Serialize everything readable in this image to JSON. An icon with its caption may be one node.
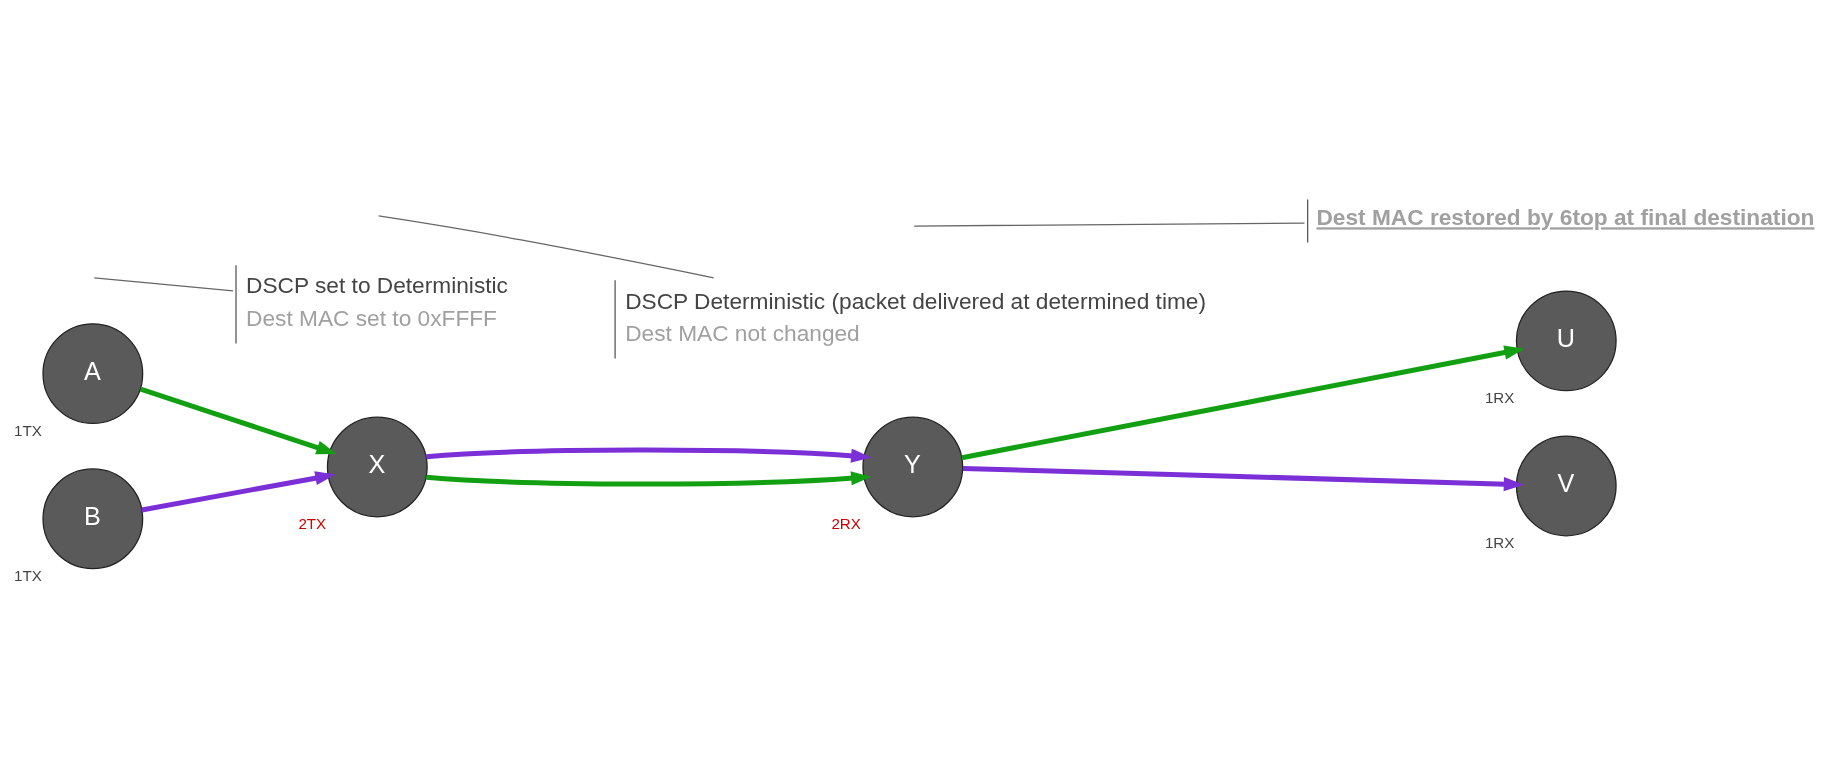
{
  "diagram": {
    "nodes": [
      {
        "text": [
          "A"
        ],
        "beside": [
          "1TX"
        ]
      },
      {
        "text": [
          "B"
        ],
        "beside": [
          "1TX"
        ]
      },
      {
        "text": [
          "X"
        ],
        "beside": [
          "2TX"
        ]
      },
      {
        "text": [
          "Y"
        ],
        "beside": [
          "2RX"
        ]
      },
      {
        "text": [
          "U"
        ],
        "beside": [
          "1RX"
        ]
      },
      {
        "text": [
          "V"
        ],
        "beside": [
          "1RX"
        ]
      },
      {
        "text": [
          "DSCP set to Deterministic",
          "Dest MAC set to 0xFFFF"
        ]
      },
      {
        "text": [
          "DSCP Deterministic (packet delivered at determined time)",
          "Dest MAC not changed"
        ]
      },
      {
        "text": [
          "Dest MAC restored by 6top at final destination"
        ]
      }
    ],
    "edges": [
      {
        "from": 0,
        "to": 2,
        "arrow": "to",
        "color": "#12a012"
      },
      {
        "from": 1,
        "to": 2,
        "arrow": "to",
        "color": "#7b2fd6"
      },
      {
        "from": 2,
        "to": 3,
        "arrow": "to",
        "color": "#12a012"
      },
      {
        "from": 2,
        "to": 3,
        "arrow": "to",
        "color": "#7b2fd6"
      },
      {
        "from": 3,
        "to": 4,
        "arrow": "to",
        "color": "#12a012"
      },
      {
        "from": 3,
        "to": 5,
        "arrow": "to",
        "color": "#7b2fd6"
      },
      {
        "from": 6,
        "to": null,
        "arrow": "none"
      },
      {
        "from": 7,
        "to": null,
        "arrow": "none"
      },
      {
        "from": 8,
        "to": null,
        "arrow": "none"
      }
    ]
  }
}
